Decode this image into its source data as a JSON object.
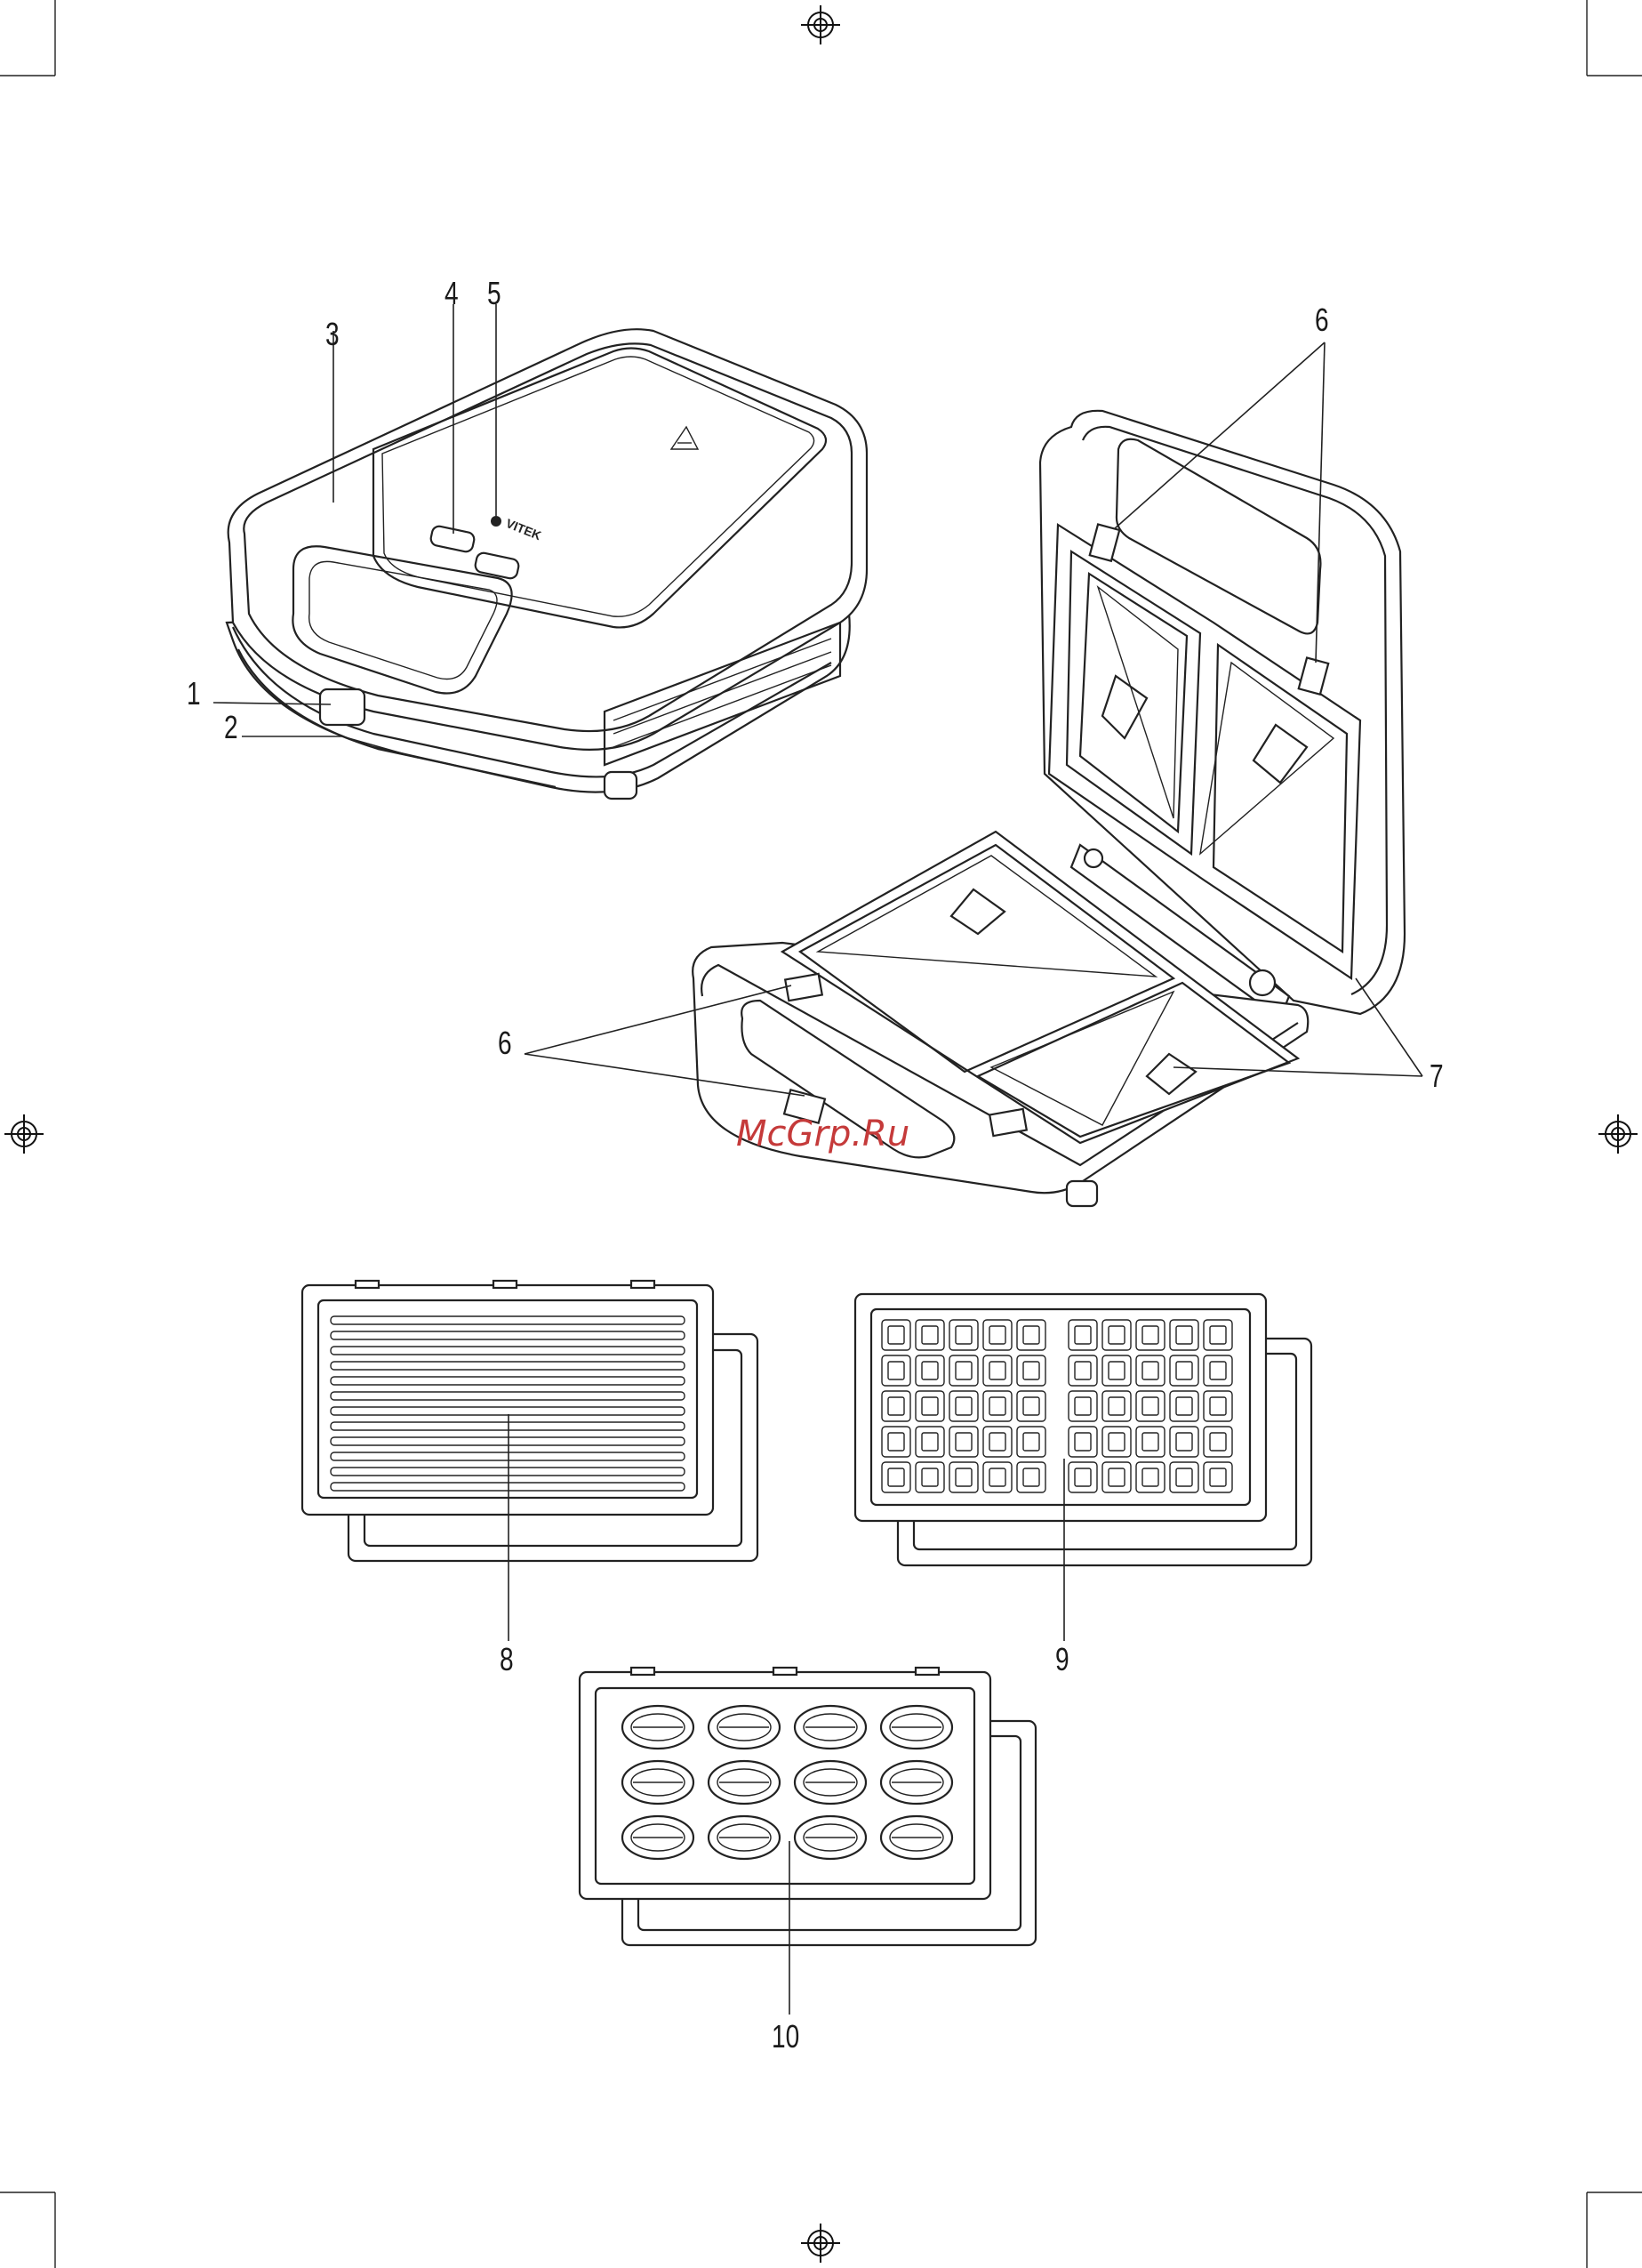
{
  "brand_text": "VITEK",
  "watermark": "McGrp.Ru",
  "labels": {
    "l1": "1",
    "l2": "2",
    "l3": "3",
    "l4": "4",
    "l5": "5",
    "l6a": "6",
    "l6b": "6",
    "l7": "7",
    "l8": "8",
    "l9": "9",
    "l10": "10"
  },
  "colors": {
    "line": "#222222",
    "watermark": "#c53a3a",
    "background": "#ffffff"
  }
}
